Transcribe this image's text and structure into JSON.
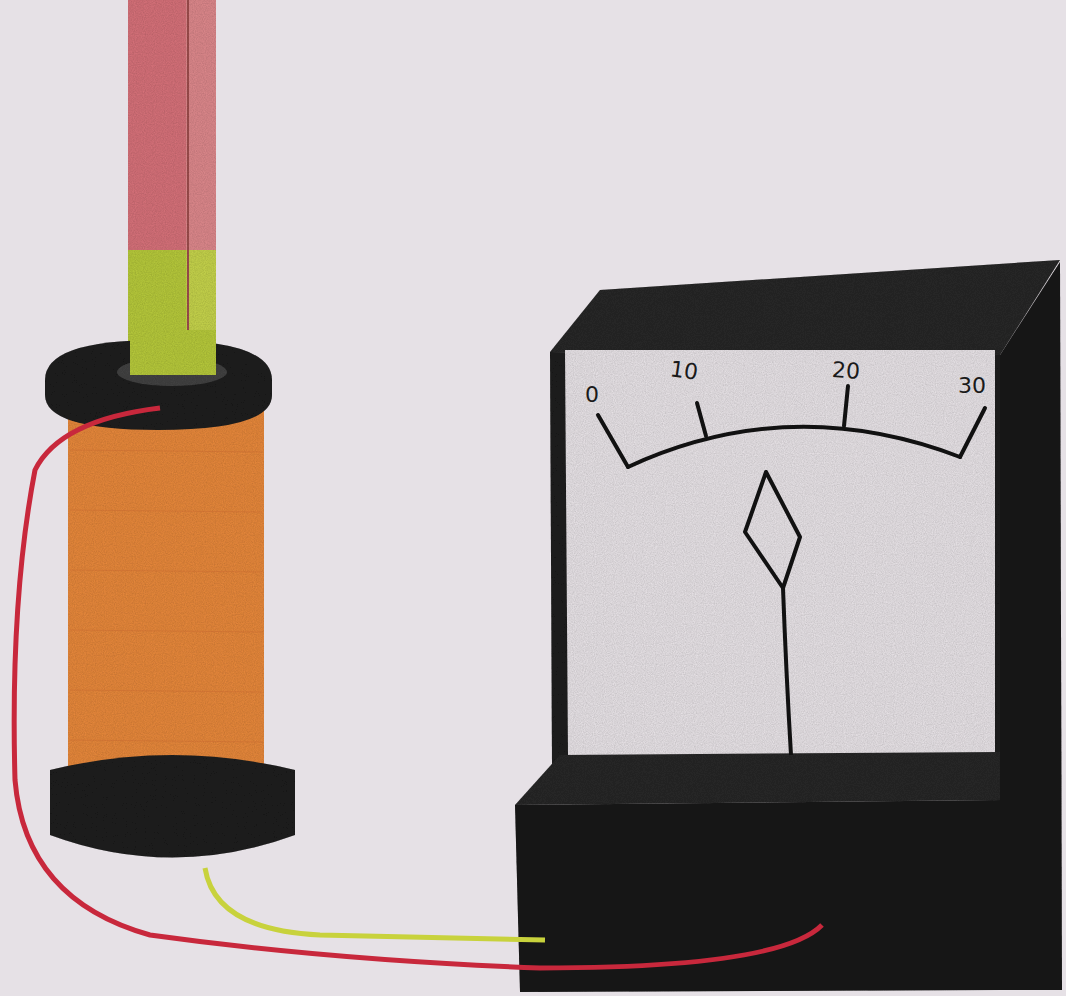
{
  "diagram": {
    "labels": [
      "0",
      "10",
      "20",
      "30"
    ]
  }
}
